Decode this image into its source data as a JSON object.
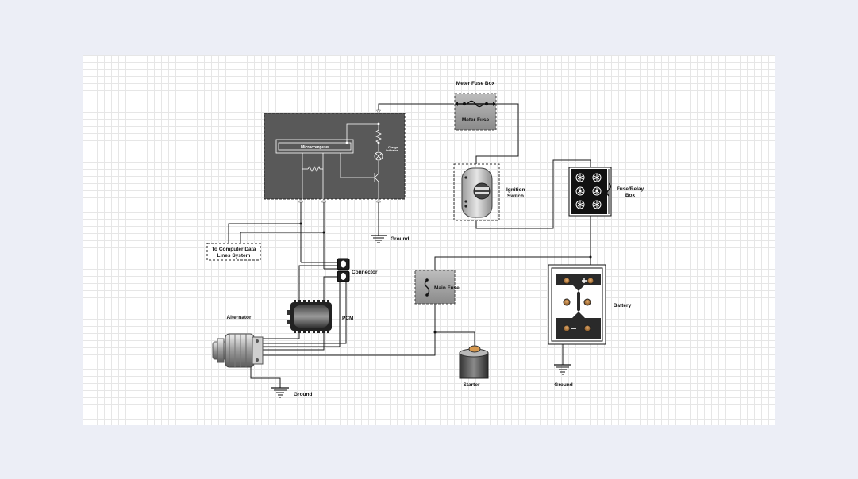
{
  "labels": {
    "meter_fuse_box": "Meter Fuse Box",
    "meter_fuse": "Meter Fuse",
    "microcomputer": "Microcomputer",
    "charge_indicator_1": "Charge",
    "charge_indicator_2": "indicator",
    "ignition_switch_1": "Ignition",
    "ignition_switch_2": "Switch",
    "fuse_relay_box_1": "Fuse/Relay",
    "fuse_relay_box_2": "Box",
    "ground_ecu": "Ground",
    "computer_data_1": "To Computer Data",
    "computer_data_2": "Lines System",
    "connector": "Connector",
    "main_fuse": "Main Fuse",
    "pcm": "PCM",
    "alternator": "Alternator",
    "battery": "Battery",
    "starter": "Starter",
    "ground_alternator": "Ground",
    "ground_battery": "Ground"
  },
  "colors": {
    "page_background": "#eceef6",
    "canvas_background": "#ffffff",
    "grid": "#e6e6e6",
    "ecu_fill": "#595959",
    "wire": "#1a1a1a"
  }
}
